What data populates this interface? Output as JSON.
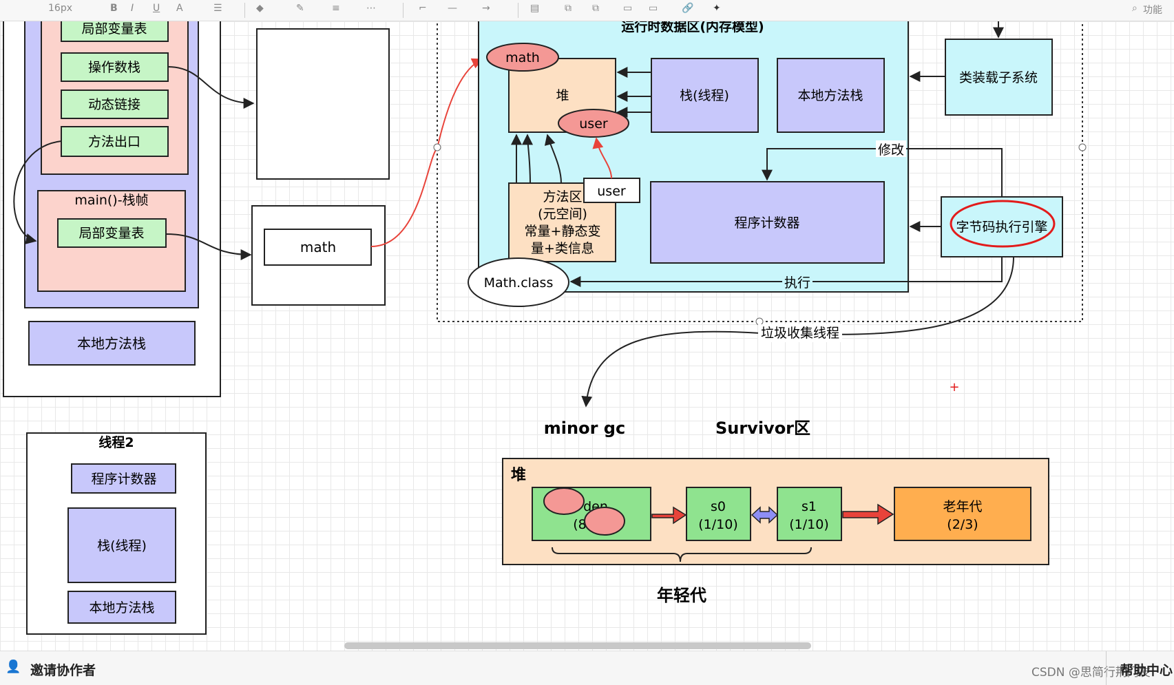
{
  "toolbar": {
    "font_size": "16px",
    "search_label": "功能"
  },
  "diagram": {
    "thread1": {
      "frame1_items": [
        "局部变量表",
        "操作数栈",
        "动态链接",
        "方法出口"
      ],
      "main_frame_title": "main()-栈帧",
      "main_frame_item": "局部变量表",
      "native_stack": "本地方法栈"
    },
    "heap_ref_label": "math",
    "runtime_area": {
      "title": "运行时数据区(内存模型)",
      "heap_label": "堆",
      "heap_obj_math": "math",
      "heap_obj_user": "user",
      "stack": "栈(线程)",
      "native_stack": "本地方法栈",
      "method_area": [
        "方法区",
        "(元空间)",
        "常量+静态变",
        "量+类信息"
      ],
      "user_tag": "user",
      "program_counter": "程序计数器",
      "math_class": "Math.class"
    },
    "class_loader": "类装载子系统",
    "bytecode_engine": "字节码执行引擎",
    "edge_modify": "修改",
    "edge_execute": "执行",
    "gc_thread": "垃圾收集线程",
    "thread2": {
      "title": "线程2",
      "program_counter": "程序计数器",
      "stack": "栈(线程)",
      "native_stack": "本地方法栈"
    },
    "gc": {
      "minor_gc": "minor gc",
      "survivor": "Survivor区",
      "heap_label": "堆",
      "eden_line1": "den",
      "eden_line2": "(8",
      "s0_line1": "s0",
      "s0_line2": "(1/10)",
      "s1_line1": "s1",
      "s1_line2": "(1/10)",
      "old_line1": "老年代",
      "old_line2": "(2/3)",
      "young_gen": "年轻代"
    }
  },
  "bottombar": {
    "invite": "邀请协作者",
    "watermark": "CSDN @思简行荆门友",
    "help": "帮助中心"
  },
  "colors": {
    "green": "#c6f5c6",
    "pink": "#fcd3cc",
    "lavender": "#c8c8fb",
    "cyan": "#c9f6fb",
    "peach": "#fde0c3",
    "salmon": "#f49895",
    "orange": "#ffae4f",
    "red_arrow": "#e8433a"
  }
}
